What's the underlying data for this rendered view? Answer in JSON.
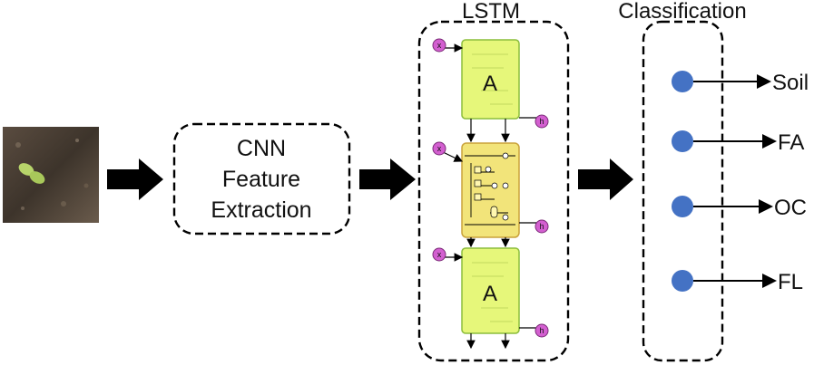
{
  "diagram": {
    "cnn_lines": [
      "CNN",
      "Feature",
      "Extraction"
    ],
    "lstm_title": "LSTM",
    "lstm_cell_label_top": "A",
    "lstm_cell_label_bottom": "A",
    "lstm_input_top": "x",
    "lstm_input_mid": "x",
    "lstm_input_bottom": "x",
    "lstm_output_top": "h",
    "lstm_output_mid": "h",
    "lstm_output_bottom": "h",
    "classification_title": "Classification",
    "classes": [
      "Soil",
      "FA",
      "OC",
      "FL"
    ]
  },
  "colors": {
    "cell_fill": "#e6f77a",
    "cell_stroke": "#8cbd3c",
    "mid_cell_fill": "#f2e47a",
    "mid_cell_stroke": "#c9a23b",
    "io_node": "#d35fd0",
    "class_node": "#4472c4",
    "arrow": "#000000"
  }
}
